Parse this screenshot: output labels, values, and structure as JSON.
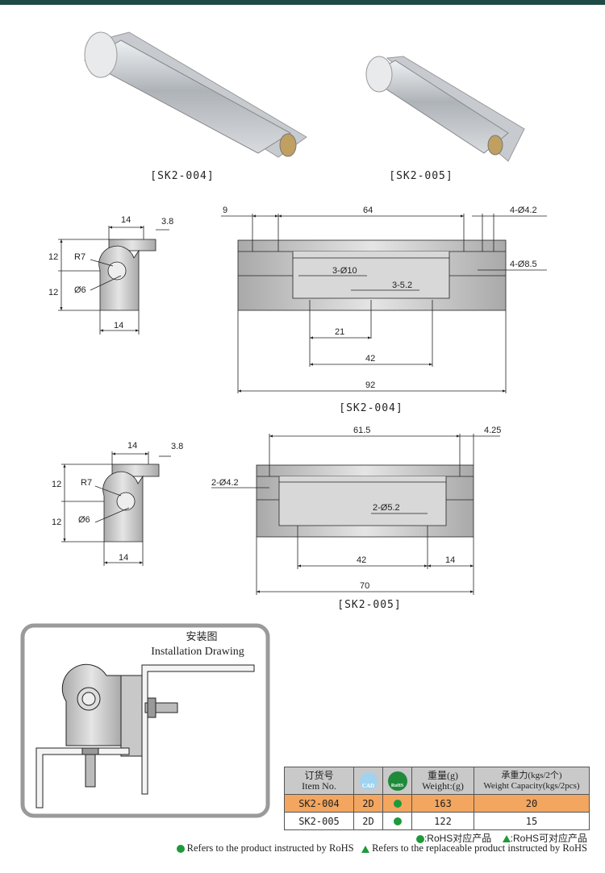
{
  "products": [
    {
      "label": "[SK2-004]"
    },
    {
      "label": "[SK2-005]"
    }
  ],
  "sk2_004_side": {
    "top_width": "14",
    "lip": "3.8",
    "h1": "12",
    "h2": "12",
    "radius": "R7",
    "hole": "Ø6",
    "bottom_width": "14"
  },
  "sk2_004_front": {
    "d9": "9",
    "d64": "64",
    "holes_top": "4-Ø4.2",
    "holes_cs": "4-Ø8.5",
    "holes_mid": "3-Ø10",
    "slots": "3-5.2",
    "d21": "21",
    "d42": "42",
    "d92": "92",
    "caption": "[SK2-004]"
  },
  "sk2_005_side": {
    "top_width": "14",
    "lip": "3.8",
    "h1": "12",
    "h2": "12",
    "radius": "R7",
    "hole": "Ø6",
    "bottom_width": "14"
  },
  "sk2_005_front": {
    "d61": "61.5",
    "d425": "4.25",
    "holes_side": "2-Ø4.2",
    "holes_bottom": "2-Ø5.2",
    "d42": "42",
    "d14": "14",
    "d70": "70",
    "caption": "[SK2-005]"
  },
  "installation": {
    "title_cn": "安装图",
    "title_en": "Installation Drawing"
  },
  "table": {
    "headers": {
      "item_cn": "订货号",
      "item_en": "Item No.",
      "cad": "CAD",
      "rohs": "RoHS",
      "weight_cn": "重量(g)",
      "weight_en": "Weight:(g)",
      "cap_cn": "承重力(kgs/2个)",
      "cap_en": "Weight Capacity(kgs/2pcs)"
    },
    "rows": [
      {
        "item": "SK2-004",
        "cad": "2D",
        "weight": "163",
        "capacity": "20"
      },
      {
        "item": "SK2-005",
        "cad": "2D",
        "weight": "122",
        "capacity": "15"
      }
    ]
  },
  "legend": {
    "rohs_cn": ":RoHS对应产品",
    "replaceable_cn": ":RoHS可对应产品",
    "rohs_en": "Refers to the product instructed by RoHS",
    "replaceable_en": "Refers to the replaceable product instructed by RoHS"
  },
  "colors": {
    "topbar": "#1f4b47",
    "highlight_row": "#f3a65f",
    "rohs_green": "#1e9a3b"
  }
}
